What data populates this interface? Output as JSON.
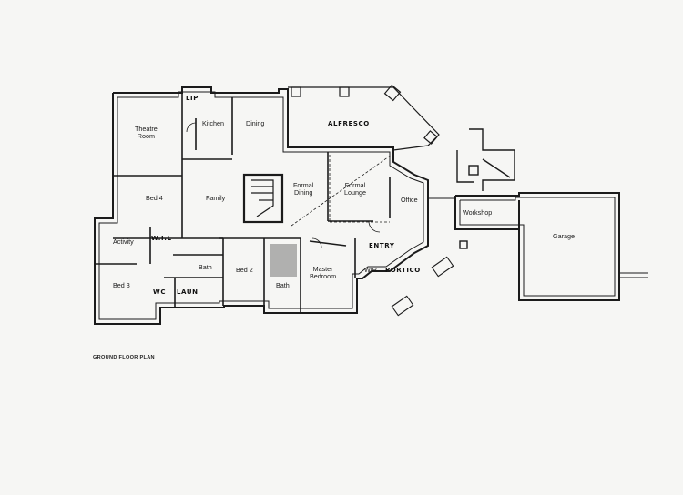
{
  "plan": {
    "caption": "GROUND FLOOR PLAN",
    "rooms": {
      "theatre_room": "Theatre\nRoom",
      "kitchen": "Kitchen",
      "dining": "Dining",
      "alfresco": "ALFRESCO",
      "lip": "LIP",
      "bed4": "Bed 4",
      "family": "Family",
      "formal_dining": "Formal\nDining",
      "formal_lounge": "Formal\nLounge",
      "office": "Office",
      "workshop": "Workshop",
      "garage": "Garage",
      "activity": "Activity",
      "wil": "W.I.L",
      "bath1": "Bath",
      "bed2": "Bed 2",
      "bed3": "Bed 3",
      "wc": "WC",
      "laundry": "LAUN",
      "bath2": "Bath",
      "master_bedroom": "Master\nBedroom",
      "wir": "WIR",
      "entry": "ENTRY",
      "portico": "PORTICO"
    }
  }
}
